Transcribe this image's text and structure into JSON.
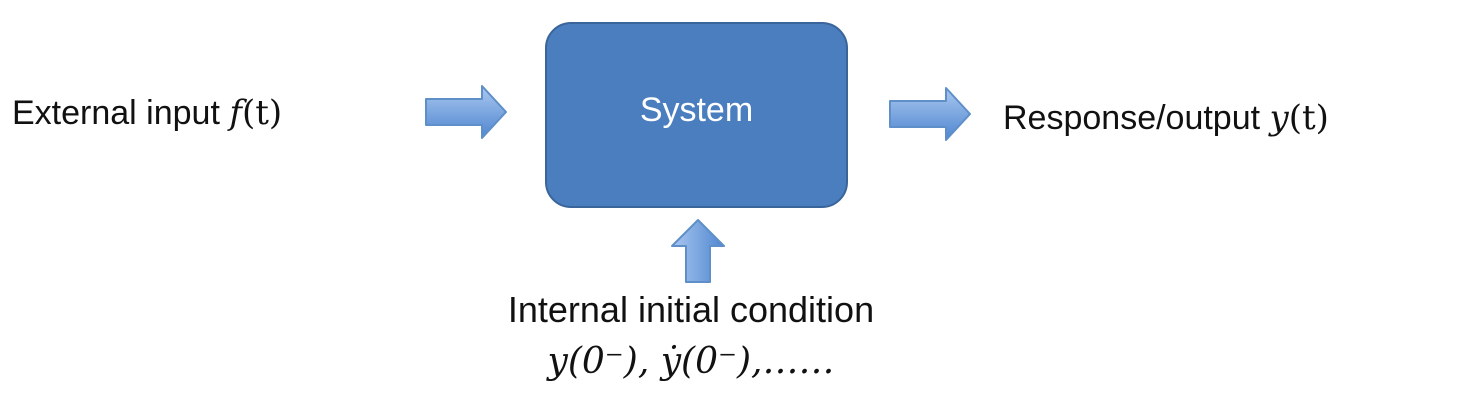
{
  "input": {
    "text": "External input",
    "symbol": "f",
    "arg": "(t)"
  },
  "system": {
    "label": "System"
  },
  "output": {
    "text": "Response/output",
    "symbol": "y",
    "arg": "(t)"
  },
  "initial_condition": {
    "title": "Internal initial condition",
    "expr_part1": "y(0⁻),",
    "expr_part2": "ẏ(0⁻),……"
  },
  "colors": {
    "box_fill": "#4a7ebf",
    "box_border": "#3a659a",
    "arrow_light": "#aac8f0",
    "arrow_dark": "#4f86d0",
    "arrow_border": "#5f8fc8"
  }
}
